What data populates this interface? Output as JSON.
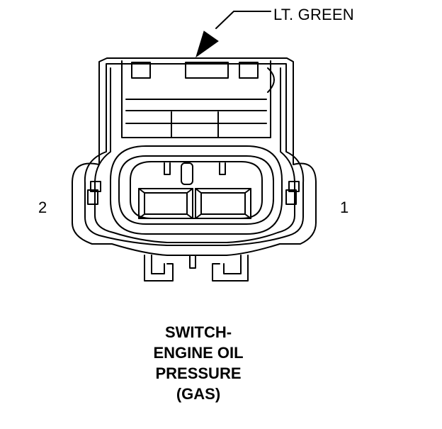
{
  "callout": {
    "wire_color_label": "LT. GREEN"
  },
  "pins": {
    "left_label": "2",
    "right_label": "1"
  },
  "caption": {
    "line1": "SWITCH-",
    "line2": "ENGINE OIL",
    "line3": "PRESSURE",
    "line4": "(GAS)"
  },
  "colors": {
    "ink": "#000000",
    "paper": "#ffffff"
  }
}
